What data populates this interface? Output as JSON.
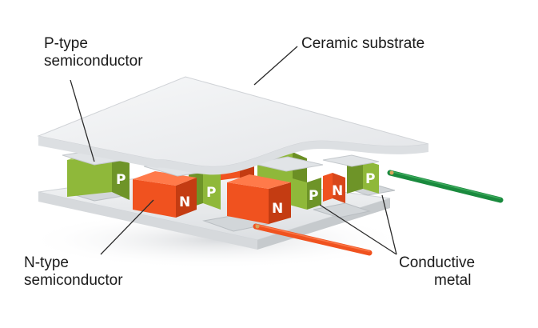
{
  "labels": {
    "p_type": [
      "P-type",
      "semiconductor"
    ],
    "ceramic": "Ceramic substrate",
    "n_type": [
      "N-type",
      "semiconductor"
    ],
    "conductive": [
      "Conductive",
      "metal"
    ]
  },
  "cube_letters": {
    "p": "P",
    "n": "N"
  },
  "colors": {
    "p_type": "#8fb83a",
    "n_type": "#f0521f",
    "ceramic": "#f2f3f5",
    "metal": "#d9dde0",
    "wire_green": "#1a8a3e",
    "wire_orange": "#f0521f"
  }
}
